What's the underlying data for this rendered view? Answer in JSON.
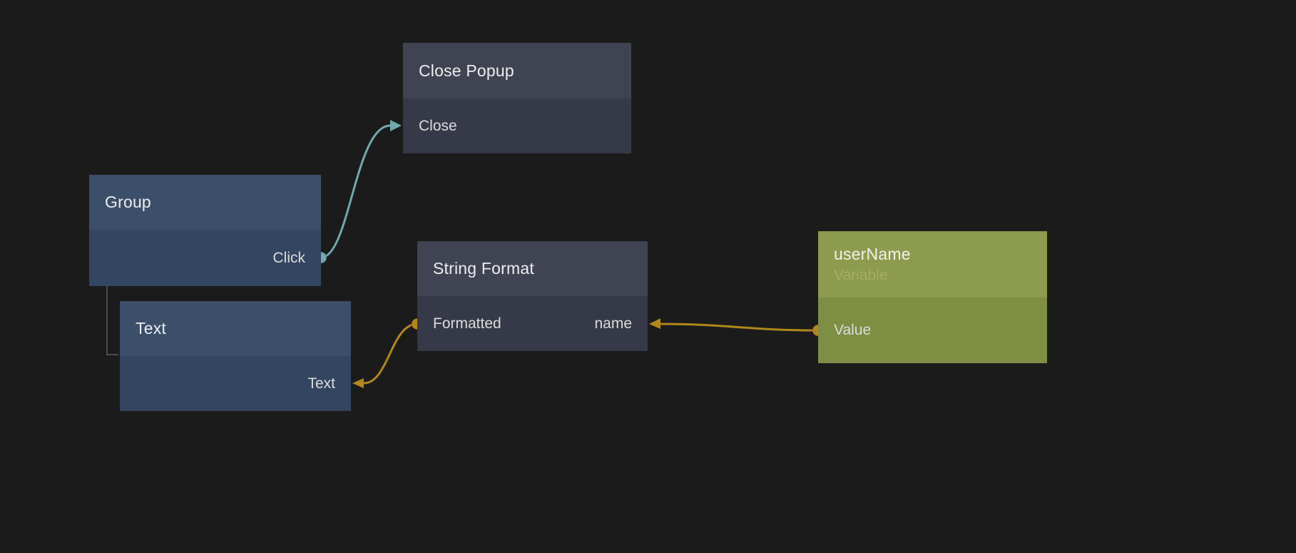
{
  "canvas": {
    "background": "#1b1b1b"
  },
  "nodes": {
    "close_popup": {
      "title": "Close Popup",
      "ports": {
        "close": "Close"
      }
    },
    "group": {
      "title": "Group",
      "ports": {
        "click": "Click"
      }
    },
    "text": {
      "title": "Text",
      "ports": {
        "text": "Text"
      }
    },
    "string_format": {
      "title": "String Format",
      "ports": {
        "formatted": "Formatted",
        "name": "name"
      }
    },
    "user_name": {
      "title": "userName",
      "subtitle": "Variable",
      "ports": {
        "value": "Value"
      }
    }
  },
  "colors": {
    "background": "#1b1b1b",
    "slate_header": "#3f4352",
    "slate_body": "#363947",
    "blue_header": "#3b4e6a",
    "blue_body": "#334560",
    "olive_header": "#8c9b4e",
    "olive_body": "#7e8e43",
    "teal_wire": "#6fa9ad",
    "gold_wire": "#b1871c",
    "link_line": "#4d4d4d"
  }
}
